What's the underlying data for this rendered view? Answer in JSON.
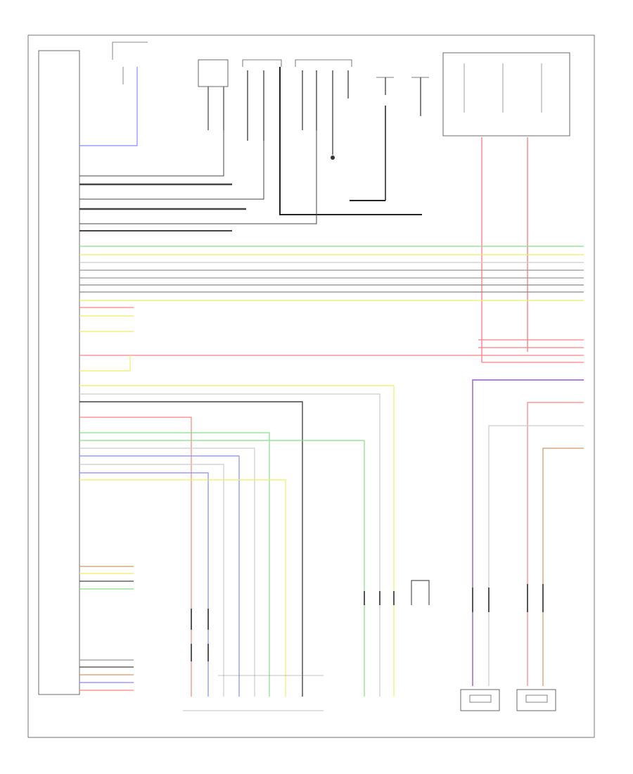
{
  "diagram": {
    "footer_code": "",
    "colors": {
      "red": "#ff8080",
      "green": "#88dd88",
      "yellow": "#eeee66",
      "blue": "#8888ff",
      "violet": "#9955dd",
      "gray": "#999999",
      "dark_gray": "#444444",
      "black": "#222222",
      "white_wire": "#cccccc",
      "tan": "#cc9966"
    },
    "components": [
      {
        "id": "ecu",
        "label": ""
      },
      {
        "id": "switch-top",
        "label": ""
      },
      {
        "id": "module-left",
        "label": ""
      },
      {
        "id": "connector-a",
        "label": ""
      },
      {
        "id": "connector-b",
        "label": ""
      },
      {
        "id": "antenna",
        "label": ""
      },
      {
        "id": "fuse-box",
        "label": ""
      },
      {
        "id": "front-speaker-left",
        "label": ""
      },
      {
        "id": "front-speaker-right",
        "label": ""
      },
      {
        "id": "dvd-player",
        "label": ""
      },
      {
        "id": "auxiliary-unit",
        "label": ""
      },
      {
        "id": "rear-speaker-left",
        "label": ""
      },
      {
        "id": "rear-speaker-right",
        "label": ""
      }
    ]
  }
}
